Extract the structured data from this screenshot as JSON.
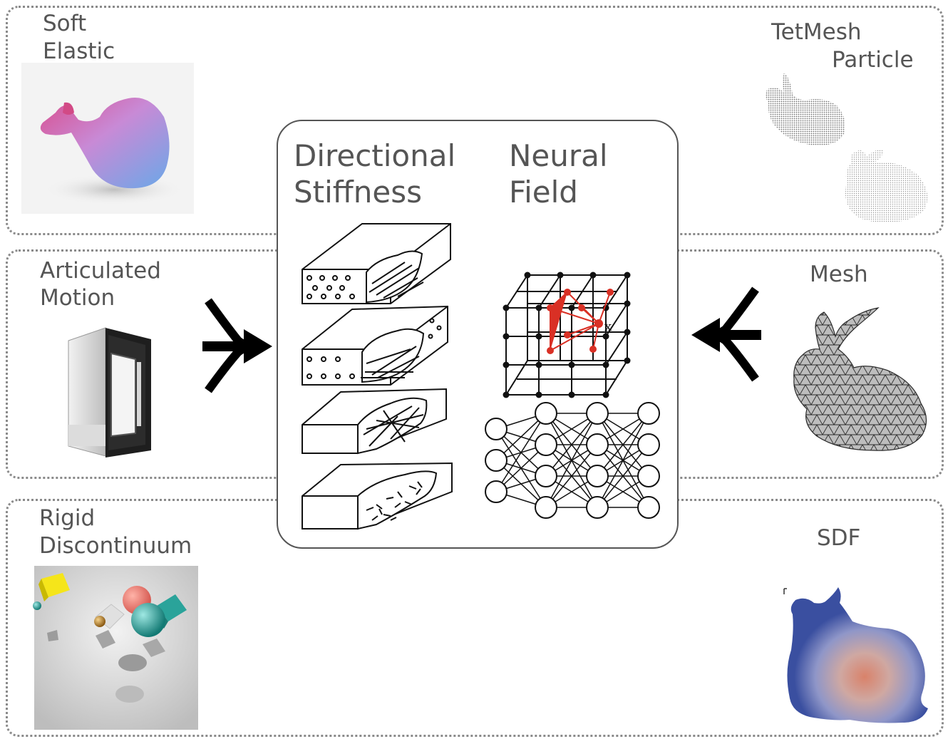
{
  "rows": {
    "top": {
      "left_label_1": "Soft",
      "left_label_2": "Elastic",
      "right_label_1": "TetMesh",
      "right_label_2": "Particle"
    },
    "middle": {
      "left_label_1": "Articulated",
      "left_label_2": "Motion",
      "right_label": "Mesh"
    },
    "bottom": {
      "left_label_1": "Rigid",
      "left_label_2": "Discontinuum",
      "right_label": "SDF"
    }
  },
  "center": {
    "left_title_1": "Directional",
    "left_title_2": "Stiffness",
    "right_title_1": "Neural",
    "right_title_2": "Field",
    "field_point_label": "x"
  },
  "colors": {
    "text": "#555555",
    "dotted_border": "#8a8a8a",
    "highlight_red": "#d93025",
    "sdf_blue": "#3a4fa0",
    "sdf_core": "#d9826a"
  },
  "icons": {
    "merge_arrow_left": "merge-arrow-icon",
    "merge_arrow_right": "merge-arrow-icon"
  }
}
